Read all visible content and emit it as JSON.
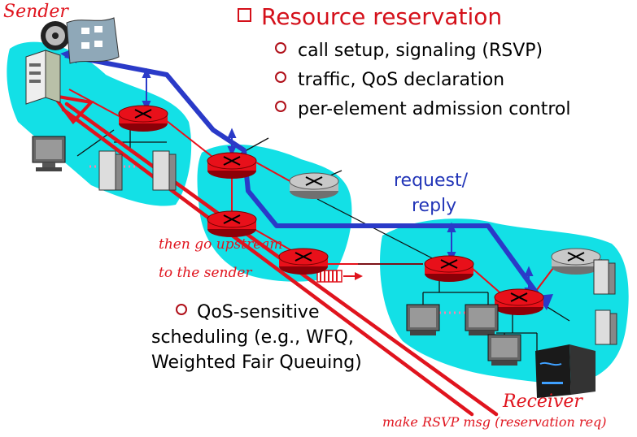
{
  "title": "Resource reservation",
  "bullets": [
    "call setup, signaling (RSVP)",
    "traffic, QoS declaration",
    "per-element admission control"
  ],
  "request_reply": [
    "request/",
    "reply"
  ],
  "sender_label": "Sender",
  "receiver_label": "Receiver",
  "rsvp_message_note": "make RSVP msg (reservation req)",
  "upstream_note": [
    "then go upstream",
    "to the sender"
  ],
  "scheduling_bullet": [
    "QoS-sensitive",
    "scheduling (e.g., WFQ,",
    "Weighted Fair Queuing)"
  ],
  "colors": {
    "network_cloud": "#13e0e6",
    "router_red": "#e8101a",
    "router_gray": "#b8b8b8",
    "path_blue": "#2a3ac8",
    "path_red": "#e0141e",
    "accent_text": "#d4101a"
  },
  "icons": [
    "router-icon",
    "server-icon",
    "monitor-icon",
    "film-reel-icon",
    "queue-buffer-icon"
  ]
}
